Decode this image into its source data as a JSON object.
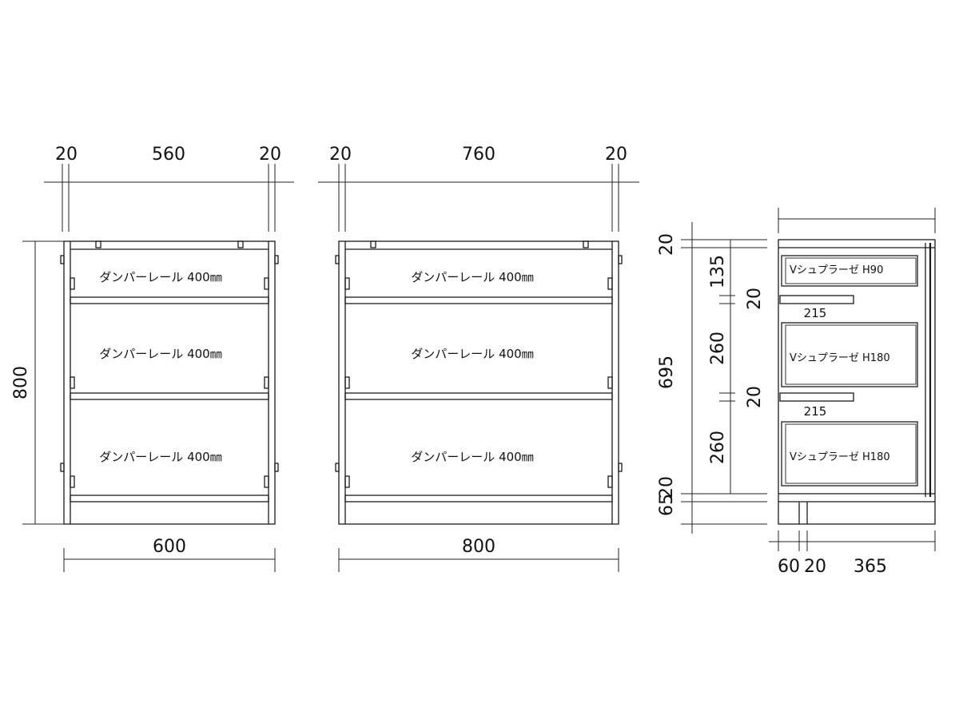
{
  "drawing_left": {
    "dims_top": [
      "20",
      "560",
      "20"
    ],
    "dim_height": "800",
    "dim_bottom": "600",
    "drawer_labels": [
      "ダンパーレール 400㎜",
      "ダンパーレール 400㎜",
      "ダンパーレール 400㎜"
    ]
  },
  "drawing_center": {
    "dims_top": [
      "20",
      "760",
      "20"
    ],
    "dim_bottom": "800",
    "drawer_labels": [
      "ダンパーレール 400㎜",
      "ダンパーレール 400㎜",
      "ダンパーレール 400㎜"
    ]
  },
  "drawing_side": {
    "dims_left": {
      "top": "20",
      "overall": "695",
      "bottom_a": "65",
      "bottom_b": "20"
    },
    "dims_inner": [
      "135",
      "20",
      "260",
      "20",
      "260"
    ],
    "shelf_depths": [
      "215",
      "215"
    ],
    "drawer_labels": [
      "Vシュプラーゼ H90",
      "Vシュプラーゼ H180",
      "Vシュプラーゼ H180"
    ],
    "dims_bottom": [
      "60",
      "20",
      "365"
    ]
  }
}
